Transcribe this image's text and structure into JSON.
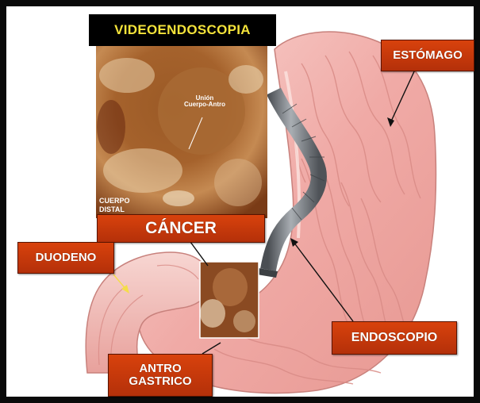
{
  "header": {
    "title": "VIDEOENDOSCOPIA"
  },
  "labels": {
    "estomago": "ESTÓMAGO",
    "cancer": "CÁNCER",
    "duodeno": "DUODENO",
    "endoscopio": "ENDOSCOPIO",
    "antro_line1": "ANTRO",
    "antro_line2": "GASTRICO"
  },
  "photo": {
    "region_label": "Unión Cuerpo-Antro",
    "corner_label_line1": "CUERPO",
    "corner_label_line2": "DISTAL"
  },
  "colors": {
    "label_bg": "#c8390b",
    "label_text": "#ffffff",
    "title_bg": "#000000",
    "title_text": "#f4e33a",
    "stomach": "#f2b4b0",
    "endoscope": "#7d8288"
  }
}
